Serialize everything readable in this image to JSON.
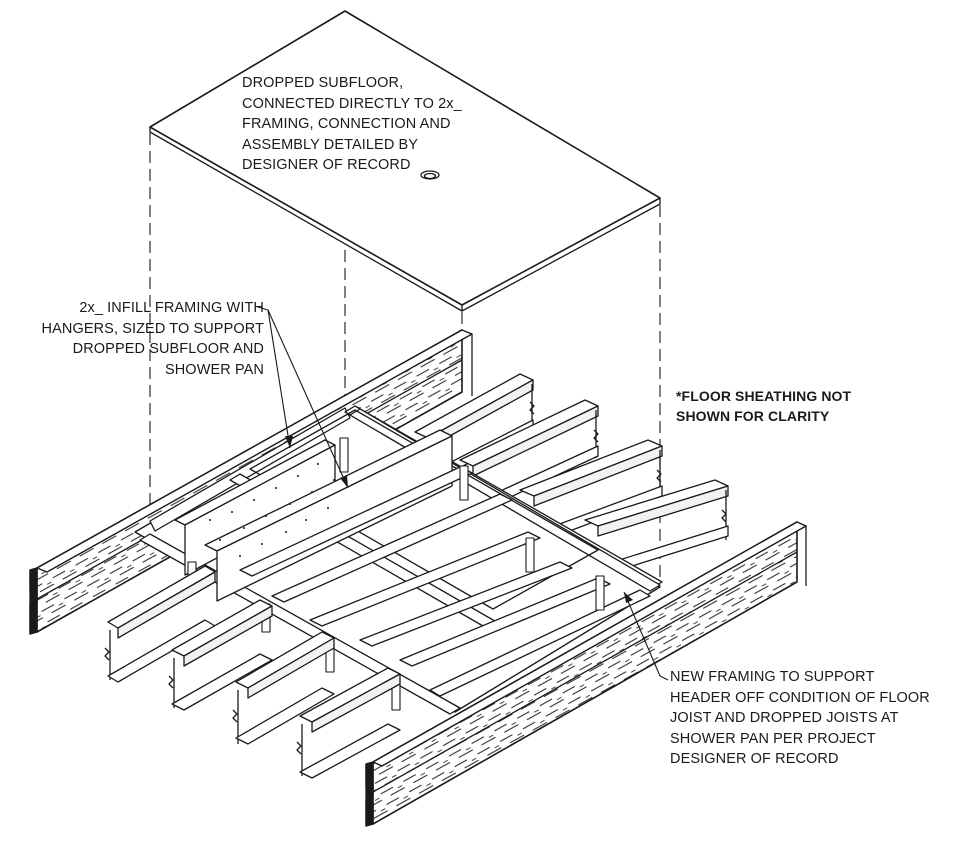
{
  "notes": {
    "subfloor": {
      "lines": [
        "DROPPED SUBFLOOR,",
        "CONNECTED DIRECTLY TO 2x_",
        "FRAMING, CONNECTION AND",
        "ASSEMBLY DETAILED BY",
        "DESIGNER OF RECORD"
      ]
    },
    "infill": {
      "lines": [
        "2x_ INFILL FRAMING WITH",
        "HANGERS, SIZED TO SUPPORT",
        "DROPPED SUBFLOOR AND",
        "SHOWER PAN"
      ]
    },
    "sheathing": {
      "lines": [
        "*FLOOR SHEATHING NOT",
        "SHOWN FOR CLARITY"
      ]
    },
    "new_framing": {
      "lines": [
        "NEW FRAMING TO SUPPORT",
        "HEADER OFF CONDITION OF FLOOR",
        "JOIST AND DROPPED JOISTS AT",
        "SHOWER PAN PER PROJECT",
        "DESIGNER OF RECORD"
      ]
    }
  },
  "colors": {
    "line": "#1a1a1a",
    "beam_fill": "#f2f2f2",
    "background": "#ffffff"
  }
}
